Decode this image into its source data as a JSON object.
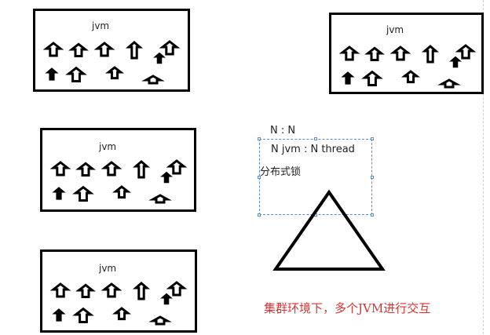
{
  "jvm_boxes": [
    {
      "label": "jvm"
    },
    {
      "label": "jvm"
    },
    {
      "label": "jvm"
    },
    {
      "label": "jvm"
    }
  ],
  "notes": {
    "ratio": "N :  N",
    "jvm_thread": "N jvm : N thread",
    "distributed_lock": "分布式锁"
  },
  "caption": "集群环境下，多个JVM进行交互",
  "colors": {
    "stroke": "#000000",
    "selection": "#5a8fd0",
    "caption": "#e03030"
  },
  "icons": {
    "arrow": "up-arrow-icon",
    "shape": "triangle-icon"
  }
}
